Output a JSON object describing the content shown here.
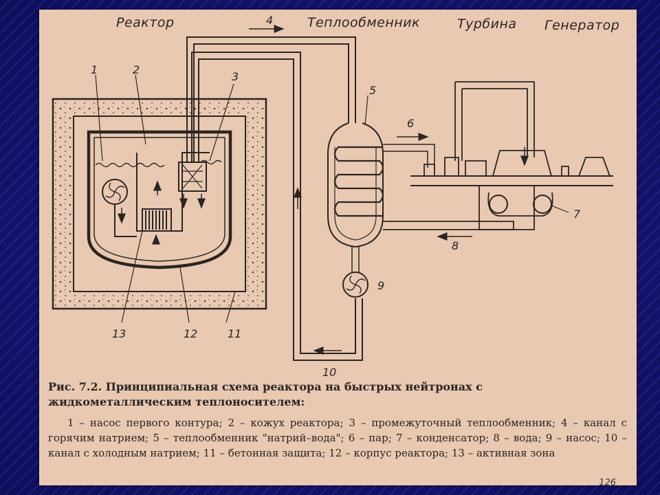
{
  "labels": {
    "reactor": "Реактор",
    "heat_exchanger": "Теплообменник",
    "turbine": "Турбина",
    "generator": "Генератор"
  },
  "numbers": {
    "n1": "1",
    "n2": "2",
    "n3": "3",
    "n4": "4",
    "n5": "5",
    "n6": "6",
    "n7": "7",
    "n8": "8",
    "n9": "9",
    "n10": "10",
    "n11": "11",
    "n12": "12",
    "n13": "13"
  },
  "caption": {
    "title": "Рис. 7.2. Принципиальная схема реактора на быстрых нейтронах с жидкометаллическим теплоносителем:",
    "legend": "1 – насос первого контура; 2 – кожух реактора; 3 – промежуточный теплообменник; 4 – канал с горячим натрием; 5 – теплообменник \"натрий–вода\"; 6 – пар; 7 – конденсатор; 8 – вода; 9 – насос; 10 – канал с холодным натрием; 11 – бетонная защита; 12 – корпус реактора; 13 – активная зона"
  },
  "page_number": "126",
  "colors": {
    "paper": "#e9c9b2",
    "ink": "#2b2522",
    "background": "#16166e"
  }
}
